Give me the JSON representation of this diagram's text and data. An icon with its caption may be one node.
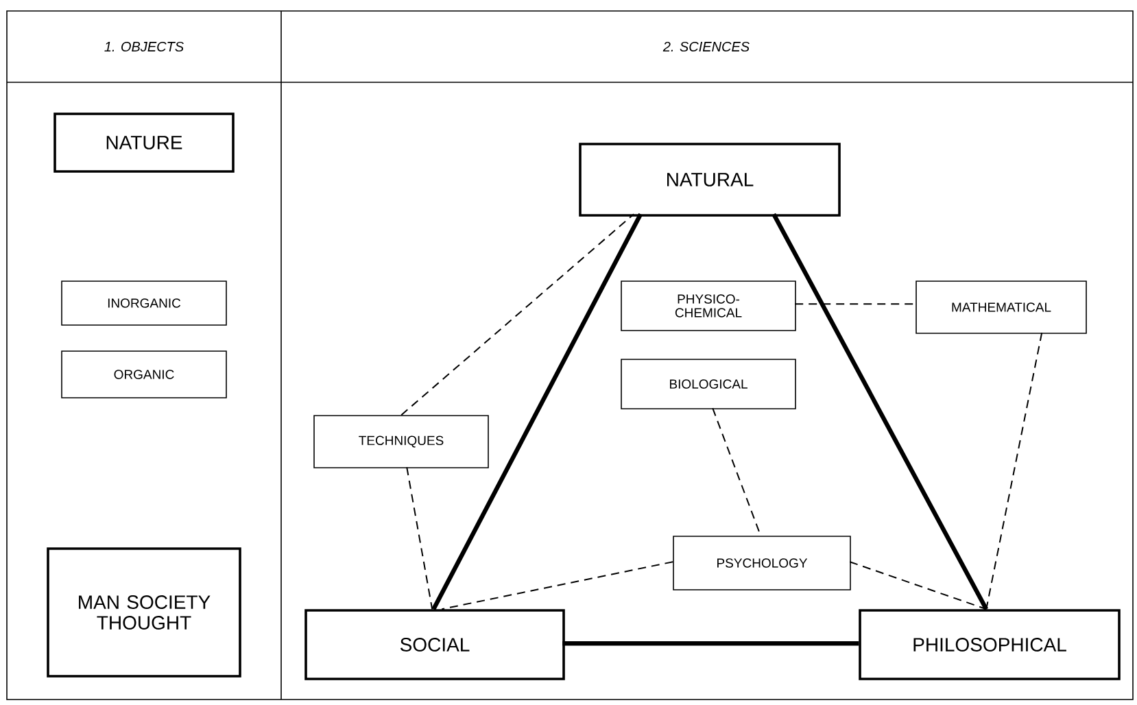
{
  "diagram": {
    "nodes": [
      {
        "text": [
          "NATURE"
        ]
      },
      {
        "text": [
          "INORGANIC"
        ]
      },
      {
        "text": [
          "ORGANIC"
        ]
      },
      {
        "text": [
          "MAN SOCIETY THOUGHT"
        ]
      },
      {
        "text": [
          "NATURAL"
        ]
      },
      {
        "text": [
          "PHYSICO-CHEMICAL"
        ]
      },
      {
        "text": [
          "MATHEMATICAL"
        ]
      },
      {
        "text": [
          "BIOLOGICAL"
        ]
      },
      {
        "text": [
          "TECHNIQUES"
        ]
      },
      {
        "text": [
          "PSYCHOLOGY"
        ]
      },
      {
        "text": [
          "SOCIAL"
        ]
      },
      {
        "text": [
          "PHILOSOPHICAL"
        ]
      }
    ],
    "edges": [
      {
        "from": 10,
        "to": 4,
        "arrow": "none",
        "style": "thick"
      },
      {
        "from": 4,
        "to": 11,
        "arrow": "none",
        "style": "thick"
      },
      {
        "from": 10,
        "to": 11,
        "arrow": "none",
        "style": "thick"
      },
      {
        "from": 8,
        "to": 4,
        "arrow": "none",
        "style": "dashed"
      },
      {
        "from": 8,
        "to": 10,
        "arrow": "none",
        "style": "dashed"
      },
      {
        "from": 5,
        "to": 6,
        "arrow": "none",
        "style": "dashed"
      },
      {
        "from": 6,
        "to": 11,
        "arrow": "none",
        "style": "dashed"
      },
      {
        "from": 7,
        "to": 9,
        "arrow": "none",
        "style": "dashed"
      },
      {
        "from": 9,
        "to": 10,
        "arrow": "none",
        "style": "dashed"
      },
      {
        "from": 9,
        "to": 11,
        "arrow": "none",
        "style": "dashed"
      }
    ],
    "labels": [
      "1. OBJECTS",
      "2. SCIENCES"
    ]
  }
}
